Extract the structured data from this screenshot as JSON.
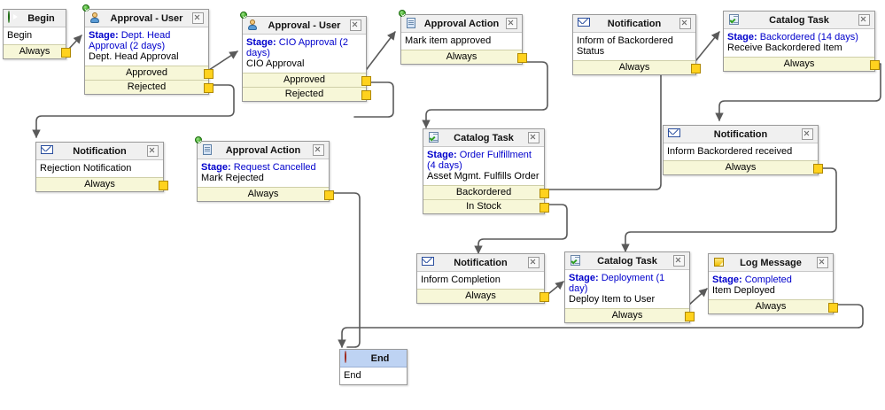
{
  "diagram": {
    "title": "Workflow Designer Canvas",
    "accent_condition_bg": "#f7f7d8",
    "accent_port": "#ffd21e",
    "accent_stage_text": "#0000cc",
    "selected_header_bg": "#bed3f3"
  },
  "nodes": [
    {
      "id": "begin",
      "title": "Begin",
      "icon": "begin-icon",
      "selected": false,
      "has_close": false,
      "stage": "",
      "stage_label": "",
      "desc": "Begin",
      "conditions": [
        "Always"
      ]
    },
    {
      "id": "approval-user-dept-head",
      "title": "Approval - User",
      "icon": "approval-user-icon",
      "selected": false,
      "has_close": true,
      "stage_label": "Stage:",
      "stage": "Dept. Head Approval (2 days)",
      "desc": "Dept. Head Approval",
      "conditions": [
        "Approved",
        "Rejected"
      ]
    },
    {
      "id": "approval-user-cio",
      "title": "Approval - User",
      "icon": "approval-user-icon",
      "selected": false,
      "has_close": true,
      "stage_label": "Stage:",
      "stage": "CIO Approval (2 days)",
      "desc": "CIO Approval",
      "conditions": [
        "Approved",
        "Rejected"
      ]
    },
    {
      "id": "approval-action-approved",
      "title": "Approval Action",
      "icon": "approval-action-icon",
      "selected": false,
      "has_close": true,
      "stage_label": "",
      "stage": "",
      "desc": "Mark item approved",
      "conditions": [
        "Always"
      ]
    },
    {
      "id": "notification-backordered-status",
      "title": "Notification",
      "icon": "mail-icon",
      "selected": false,
      "has_close": true,
      "stage_label": "",
      "stage": "",
      "desc": "Inform of Backordered Status",
      "conditions": [
        "Always"
      ]
    },
    {
      "id": "catalog-task-backordered",
      "title": "Catalog Task",
      "icon": "catalog-task-icon",
      "selected": false,
      "has_close": true,
      "stage_label": "Stage:",
      "stage": "Backordered (14 days)",
      "desc": "Receive Backordered Item",
      "conditions": [
        "Always"
      ]
    },
    {
      "id": "notification-rejection",
      "title": "Notification",
      "icon": "mail-icon",
      "selected": false,
      "has_close": true,
      "stage_label": "",
      "stage": "",
      "desc": "Rejection Notification",
      "conditions": [
        "Always"
      ]
    },
    {
      "id": "approval-action-rejected",
      "title": "Approval Action",
      "icon": "approval-action-icon",
      "selected": false,
      "has_close": true,
      "stage_label": "Stage:",
      "stage": "Request Cancelled",
      "desc": "Mark Rejected",
      "conditions": [
        "Always"
      ]
    },
    {
      "id": "catalog-task-order-fulfillment",
      "title": "Catalog Task",
      "icon": "catalog-task-icon",
      "selected": false,
      "has_close": true,
      "stage_label": "Stage:",
      "stage": "Order Fulfillment (4 days)",
      "desc": "Asset Mgmt. Fulfills Order",
      "conditions": [
        "Backordered",
        "In Stock"
      ]
    },
    {
      "id": "notification-backordered-received",
      "title": "Notification",
      "icon": "mail-icon",
      "selected": false,
      "has_close": true,
      "stage_label": "",
      "stage": "",
      "desc": "Inform Backordered received",
      "conditions": [
        "Always"
      ]
    },
    {
      "id": "notification-completion",
      "title": "Notification",
      "icon": "mail-icon",
      "selected": false,
      "has_close": true,
      "stage_label": "",
      "stage": "",
      "desc": "Inform Completion",
      "conditions": [
        "Always"
      ]
    },
    {
      "id": "catalog-task-deployment",
      "title": "Catalog Task",
      "icon": "catalog-task-icon",
      "selected": false,
      "has_close": true,
      "stage_label": "Stage:",
      "stage": "Deployment (1 day)",
      "desc": "Deploy Item to User",
      "conditions": [
        "Always"
      ]
    },
    {
      "id": "log-message-completed",
      "title": "Log Message",
      "icon": "log-message-icon",
      "selected": false,
      "has_close": true,
      "stage_label": "Stage:",
      "stage": "Completed",
      "desc": "Item Deployed",
      "conditions": [
        "Always"
      ]
    },
    {
      "id": "end",
      "title": "End",
      "icon": "end-icon",
      "selected": true,
      "has_close": false,
      "stage_label": "",
      "stage": "",
      "desc": "End",
      "conditions": []
    }
  ]
}
